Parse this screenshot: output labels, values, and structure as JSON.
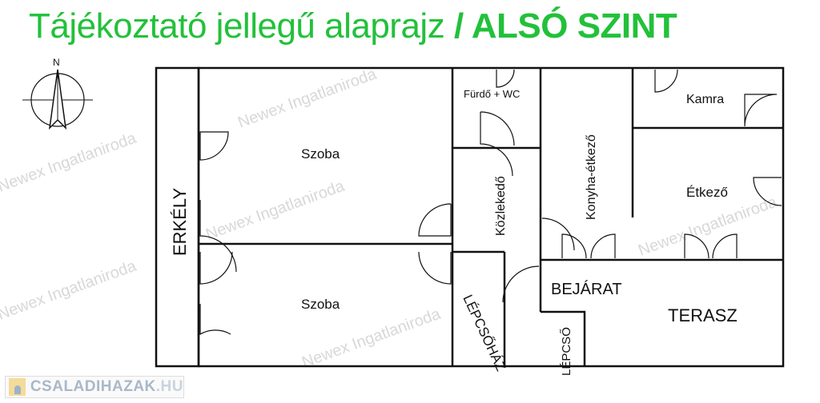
{
  "title": {
    "main": "Tájékoztató jellegű alaprajz",
    "level": "/ ALSÓ SZINT"
  },
  "compass": {
    "north": "N"
  },
  "rooms": {
    "erkely": "ERKÉLY",
    "szoba1": "Szoba",
    "szoba2": "Szoba",
    "furdo": "Fürdő + WC",
    "kozlekedo": "Közlekedő",
    "konyha": "Konyha-étkező",
    "kamra": "Kamra",
    "etkezo": "Étkező",
    "lepcsohaz": "LÉPCSŐHÁZ",
    "bejarat": "BEJÁRAT",
    "terasz": "TERASZ",
    "lepcso": "LÉPCSŐ"
  },
  "watermark": "Newex Ingatlaniroda",
  "logo": {
    "text": "CSALADIHAZAK",
    "tld": ".HU"
  },
  "colors": {
    "title": "#22c13a"
  }
}
